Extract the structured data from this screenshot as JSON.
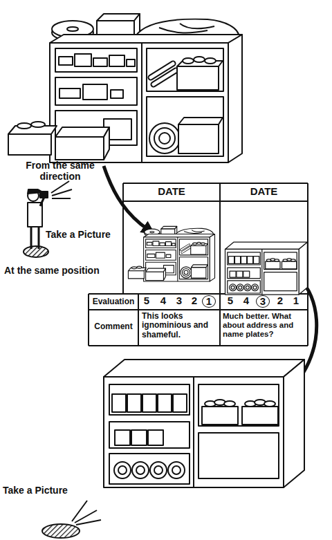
{
  "diagram": {
    "labels": [
      "From the same direction",
      "Take a Picture",
      "At the same position",
      "DATE",
      "DATE",
      "Evaluation",
      "5",
      "4",
      "3",
      "2",
      "1",
      "5",
      "4",
      "3",
      "2",
      "1",
      "Comment",
      "This looks ignominious and shameful.",
      "Much better. What about address and name plates?",
      "Take a Picture"
    ]
  }
}
